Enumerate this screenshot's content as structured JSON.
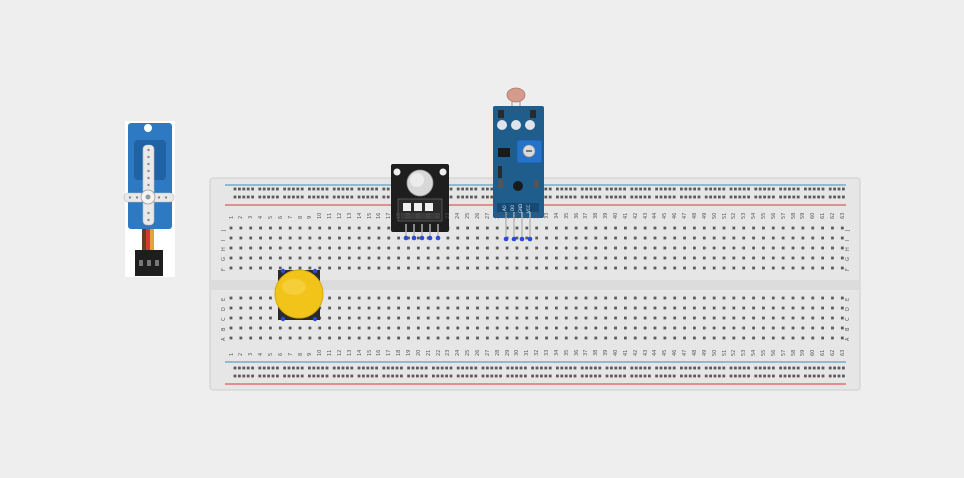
{
  "breadboard": {
    "columns": 63,
    "top_rows": [
      "J",
      "I",
      "H",
      "G",
      "F"
    ],
    "bottom_rows": [
      "E",
      "D",
      "C",
      "B",
      "A"
    ],
    "power_rail_colors": {
      "positive": "#d9363a",
      "negative": "#3f8fb8"
    },
    "body_color": "#e6e6e6"
  },
  "components": {
    "servo": {
      "color": "#2d79c2",
      "wire_colors": [
        "#6b3b1c",
        "#d33a2c",
        "#e8a13a"
      ]
    },
    "button": {
      "cap_color": "#f2c41a"
    },
    "joystick_module": {
      "pcb_color": "#1e1e1e",
      "pin_color": "#2a4ad8"
    },
    "light_sensor_module": {
      "pcb_color": "#1f5d8c",
      "pin_labels": [
        "AO",
        "DO",
        "GND",
        "VCC"
      ],
      "potentiometer_color": "#2473c8"
    }
  }
}
